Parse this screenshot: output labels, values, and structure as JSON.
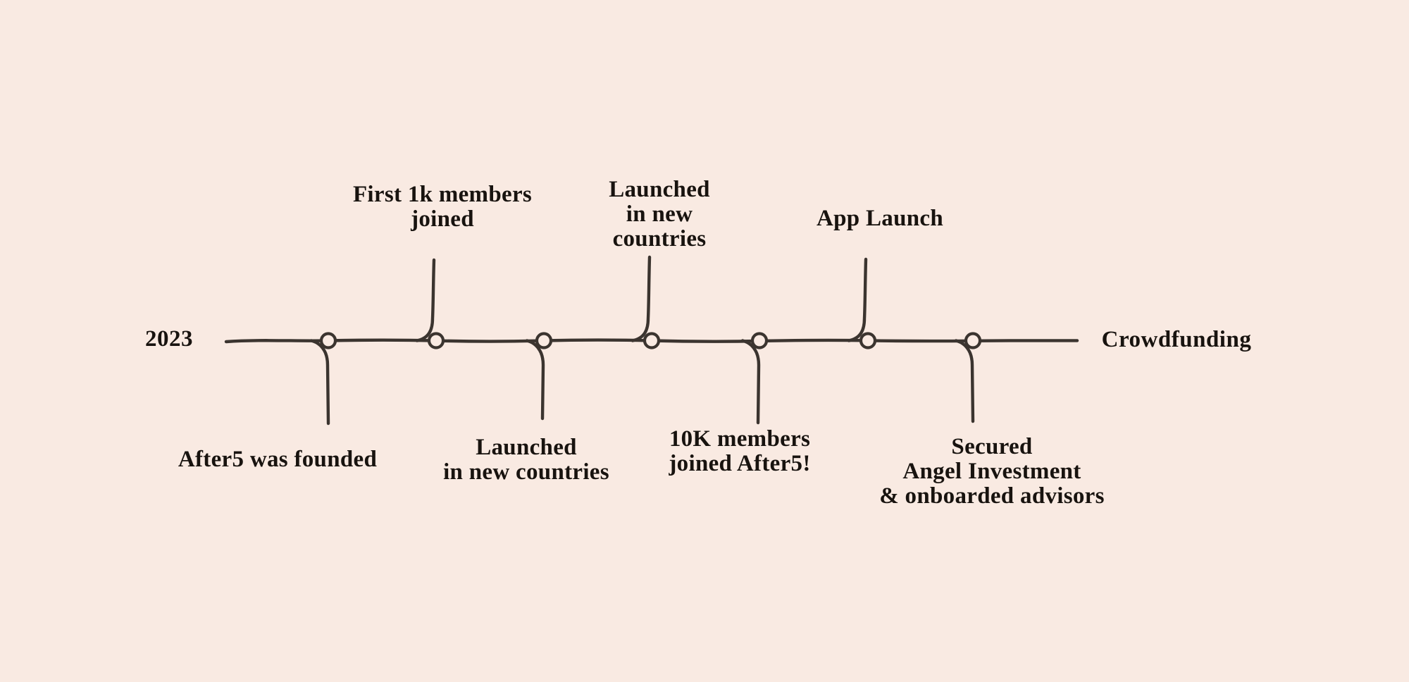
{
  "colors": {
    "background": "#f9eae2",
    "line": "#3b342f",
    "text": "#18130f"
  },
  "timeline": {
    "year_label": "2023",
    "end_label": "Crowdfunding",
    "milestones": [
      {
        "label": "After5 was founded",
        "side": "below"
      },
      {
        "label": "First 1k members\njoined",
        "side": "above"
      },
      {
        "label": "Launched\nin new countries",
        "side": "below"
      },
      {
        "label": "Launched\nin new\ncountries",
        "side": "above"
      },
      {
        "label": "10K members\njoined After5!",
        "side": "below"
      },
      {
        "label": "App Launch",
        "side": "above"
      },
      {
        "label": "Secured\nAngel Investment\n& onboarded advisors",
        "side": "below"
      }
    ]
  }
}
